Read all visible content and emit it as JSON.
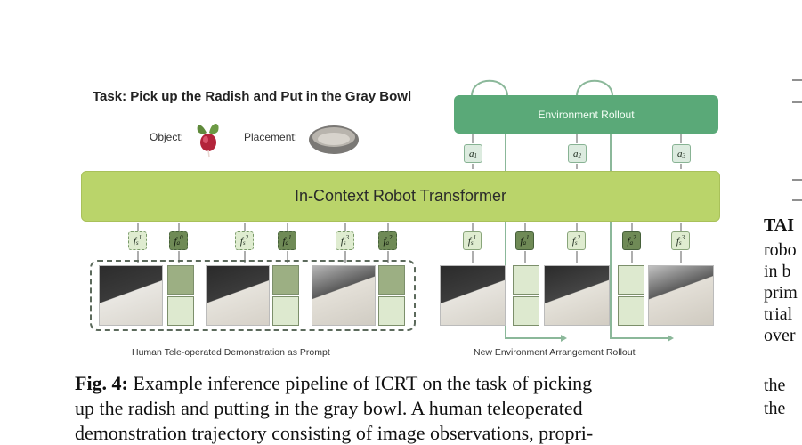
{
  "figure": {
    "task_title": "Task: Pick up the Radish and Put in the Gray Bowl",
    "object_label": "Object:",
    "placement_label": "Placement:",
    "environment_rollout_label": "Environment Rollout",
    "transformer_label": "In-Context Robot Transformer",
    "demo_caption": "Human Tele-operated Demonstration as Prompt",
    "rollout_caption": "New Environment Arrangement Rollout",
    "output_actions": [
      "a1",
      "a2",
      "a3"
    ],
    "demo_tokens": [
      "fs1*",
      "fa0*",
      "fs2*",
      "fa1*",
      "fs3*",
      "fa2*"
    ],
    "rollout_tokens": [
      "fs1",
      "fa1",
      "fs2",
      "fa2",
      "fs3"
    ]
  },
  "caption": {
    "label": "Fig. 4:",
    "line1": " Example inference pipeline of ICRT on the task of picking",
    "line2": "up the radish and putting in the gray bowl. A human teleoperated",
    "line3": "demonstration trajectory consisting of image observations, propri-"
  },
  "right_column": {
    "tab_label": "TAI",
    "lines": [
      "robo",
      "in b",
      "prim",
      "trial",
      "over",
      "the",
      "the"
    ]
  }
}
